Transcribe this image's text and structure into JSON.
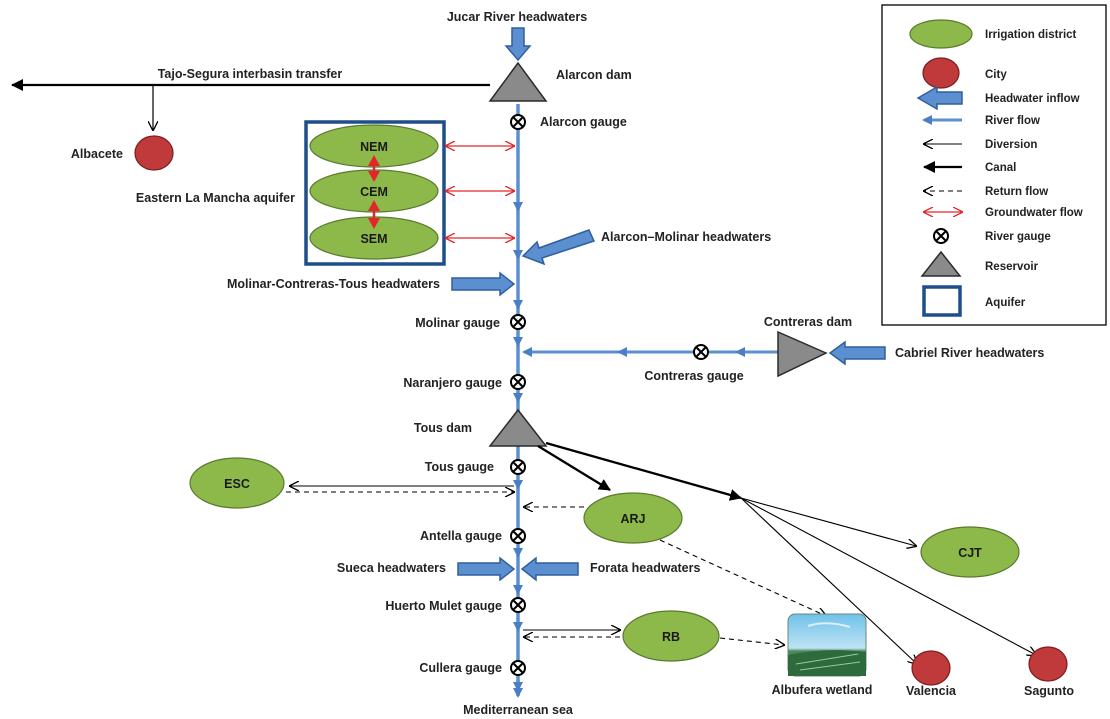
{
  "colors": {
    "irrigation_fill": "#8db84a",
    "irrigation_stroke": "#5a7a2e",
    "city_fill": "#c0393b",
    "city_stroke": "#7a1d1f",
    "river": "#5b8fd0",
    "river_dark": "#2f5f9e",
    "groundwater": "#e3262a",
    "reservoir": "#8a8a8a",
    "aquifer_box": "#1f4f8a",
    "canal": "#000000"
  },
  "labels": {
    "jucar_headwaters": "Jucar River headwaters",
    "tajo_segura": "Tajo-Segura interbasin transfer",
    "alarcon_dam": "Alarcon dam",
    "alarcon_gauge": "Alarcon gauge",
    "albacete": "Albacete",
    "aquifer": "Eastern La Mancha aquifer",
    "alarcon_molinar": "Alarcon–Molinar headwaters",
    "molinar_contreras_tous": "Molinar-Contreras-Tous headwaters",
    "molinar_gauge": "Molinar gauge",
    "contreras_dam": "Contreras dam",
    "cabriel": "Cabriel River headwaters",
    "contreras_gauge": "Contreras gauge",
    "naranjero_gauge": "Naranjero gauge",
    "tous_dam": "Tous dam",
    "tous_gauge": "Tous gauge",
    "antella_gauge": "Antella gauge",
    "sueca": "Sueca headwaters",
    "forata": "Forata headwaters",
    "huerto_mulet": "Huerto Mulet gauge",
    "cullera_gauge": "Cullera gauge",
    "mediterranean": "Mediterranean sea",
    "albufera": "Albufera wetland",
    "valencia": "Valencia",
    "sagunto": "Sagunto"
  },
  "nodes": {
    "nem": "NEM",
    "cem": "CEM",
    "sem": "SEM",
    "esc": "ESC",
    "arj": "ARJ",
    "cjt": "CJT",
    "rb": "RB"
  },
  "legend": [
    {
      "symbol": "irrigation",
      "label": "Irrigation district"
    },
    {
      "symbol": "city",
      "label": "City"
    },
    {
      "symbol": "headwater",
      "label": "Headwater inflow"
    },
    {
      "symbol": "river",
      "label": "River flow"
    },
    {
      "symbol": "diversion",
      "label": "Diversion"
    },
    {
      "symbol": "canal",
      "label": "Canal"
    },
    {
      "symbol": "return",
      "label": "Return flow"
    },
    {
      "symbol": "groundwater",
      "label": "Groundwater flow"
    },
    {
      "symbol": "gauge",
      "label": "River gauge"
    },
    {
      "symbol": "reservoir",
      "label": "Reservoir"
    },
    {
      "symbol": "aquifer",
      "label": "Aquifer"
    }
  ]
}
